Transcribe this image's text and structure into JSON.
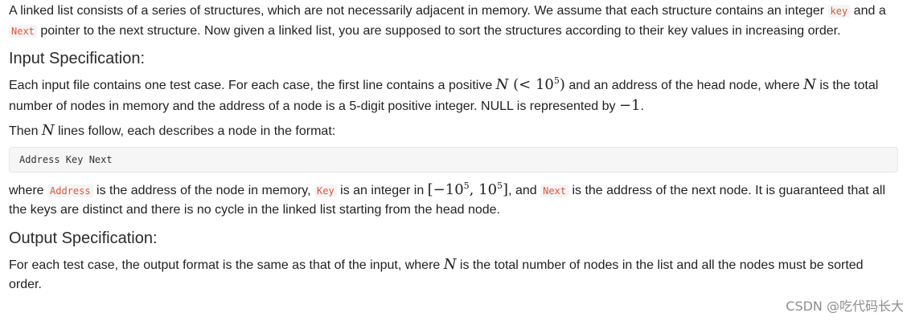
{
  "intro": {
    "t1": "A linked list consists of a series of structures, which are not necessarily adjacent in memory. We assume that each structure contains an integer ",
    "code_key": "key",
    "t2": " and a ",
    "code_next": "Next",
    "t3": " pointer to the next structure. Now given a linked list, you are supposed to sort the structures according to their key values in increasing order."
  },
  "input_spec": {
    "heading": "Input Specification:",
    "p1": {
      "t1": "Each input file contains one test case. For each case, the first line contains a positive ",
      "N": "N",
      "paren_open": " (",
      "lt": "< 10",
      "exp": "5",
      "paren_close": ")",
      "t2": " and an address of the head node, where ",
      "N2": "N",
      "t3": " is the total number of nodes in memory and the address of a node is a 5-digit positive integer. NULL is represented by ",
      "neg1": "−1",
      "t4": "."
    },
    "p2": {
      "t1": "Then ",
      "N": "N",
      "t2": " lines follow, each describes a node in the format:"
    },
    "code_block": "Address Key Next",
    "p3": {
      "t1": "where ",
      "code_address": "Address",
      "t2": " is the address of the node in memory, ",
      "code_key": "Key",
      "t3": " is an integer in ",
      "range_a": "[−10",
      "exp_a": "5",
      "range_mid": ", 10",
      "exp_b": "5",
      "range_end": "]",
      "t4": ", and ",
      "code_next": "Next",
      "t5": " is the address of the next node. It is guaranteed that all the keys are distinct and there is no cycle in the linked list starting from the head node."
    }
  },
  "output_spec": {
    "heading": "Output Specification:",
    "p1": {
      "t1": "For each test case, the output format is the same as that of the input, where ",
      "N": "N",
      "t2": " is the total number of nodes in the list and all the nodes must be sorted order."
    }
  },
  "watermark": "CSDN @吃代码长大"
}
